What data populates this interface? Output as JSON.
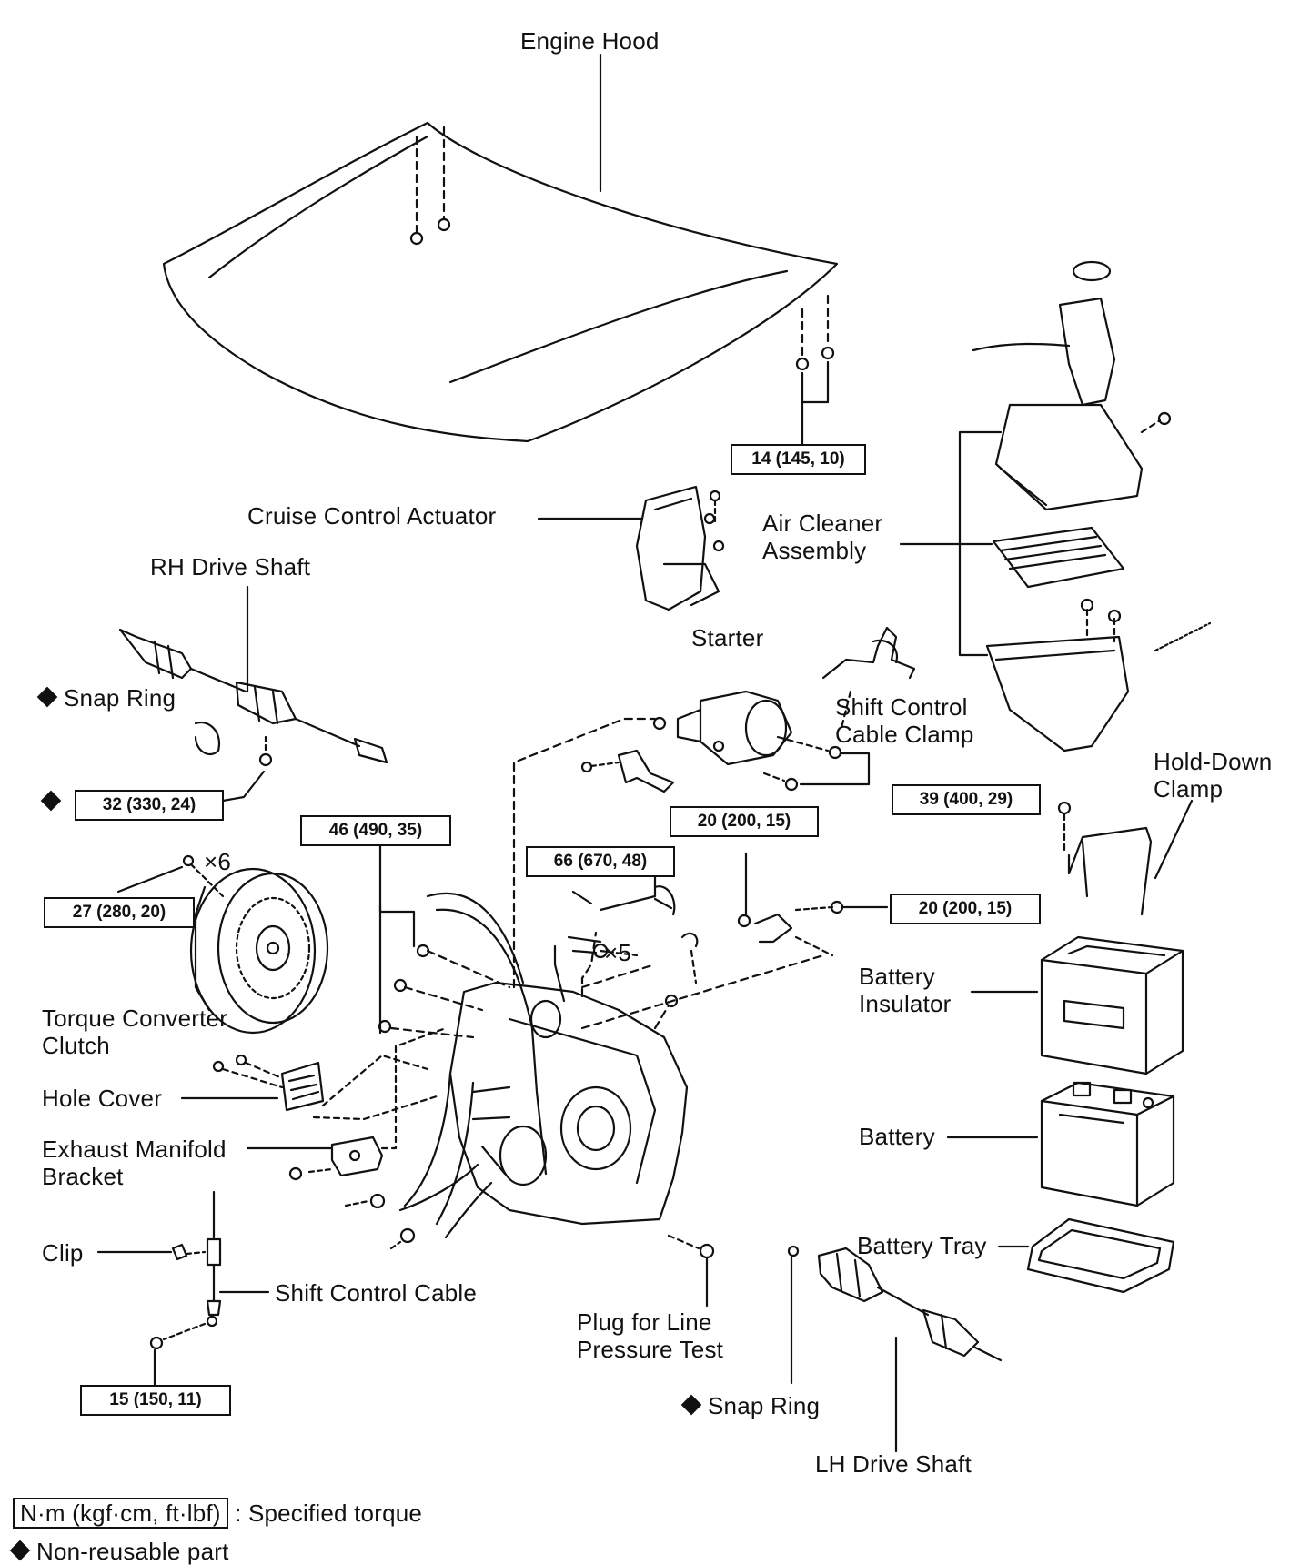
{
  "labels": {
    "engine_hood": "Engine Hood",
    "cruise_control_actuator": "Cruise Control Actuator",
    "air_cleaner_assembly": "Air Cleaner\nAssembly",
    "rh_drive_shaft": "RH Drive Shaft",
    "starter": "Starter",
    "snap_ring_rh": "Snap Ring",
    "shift_control_cable_clamp": "Shift Control\nCable Clamp",
    "hold_down_clamp": "Hold-Down\nClamp",
    "torque_converter_clutch": "Torque Converter\nClutch",
    "battery_insulator": "Battery\nInsulator",
    "hole_cover": "Hole Cover",
    "exhaust_manifold_bracket": "Exhaust Manifold\nBracket",
    "battery": "Battery",
    "clip": "Clip",
    "battery_tray": "Battery Tray",
    "shift_control_cable": "Shift Control Cable",
    "plug_line_pressure": "Plug for Line\nPressure Test",
    "snap_ring_lh": "Snap Ring",
    "lh_drive_shaft": "LH Drive Shaft",
    "x6": "×6",
    "x5": "×5"
  },
  "torque_specs": {
    "hood_bolts": "14 (145, 10)",
    "rh_drive_shaft_nut": "32 (330, 24)",
    "starter_bolts": "39 (400, 29)",
    "transaxle_bolts": "46 (490, 35)",
    "bracket_bolt_1": "20 (200, 15)",
    "bracket_bolt_2": "20 (200, 15)",
    "mount_bolts": "66 (670, 48)",
    "torque_converter_bolts": "27 (280, 20)",
    "shift_cable_nut": "15 (150, 11)"
  },
  "legend": {
    "torque_unit": "N·m (kgf·cm, ft·lbf)",
    "torque_desc": ": Specified torque",
    "non_reusable": "Non-reusable part"
  }
}
